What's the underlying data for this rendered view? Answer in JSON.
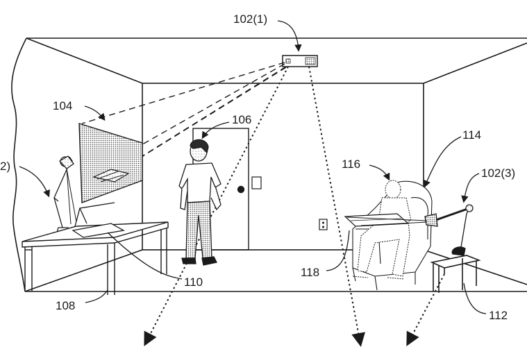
{
  "figure": {
    "title": "Patent drawing: room environment with projection and sensing devices",
    "labels": {
      "device_ceiling": "102(1)",
      "device_lamp_left": "2)",
      "device_lamp_right": "102(3)",
      "projection_surface": "104",
      "user_standing": "106",
      "table": "108",
      "handheld_display": "110",
      "side_table": "112",
      "chair": "114",
      "user_seated": "116",
      "seated_display": "118"
    },
    "colors": {
      "ink": "#1a1a1a",
      "dot_fill": "#8a8a8a",
      "background": "#ffffff"
    }
  }
}
